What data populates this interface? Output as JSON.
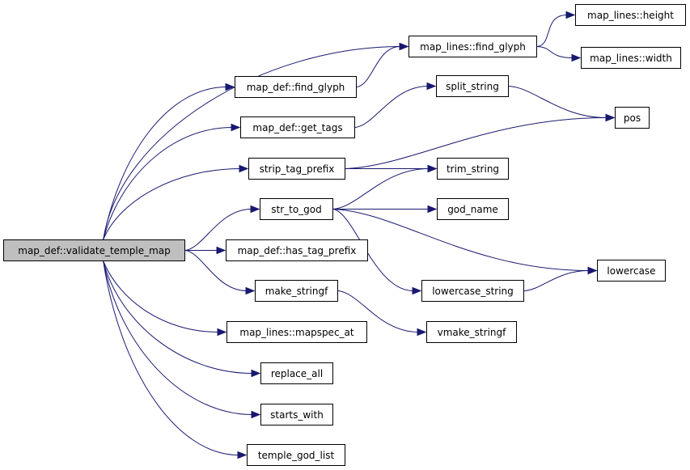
{
  "graph": {
    "root": {
      "id": "validate",
      "label": "map_def::validate_temple_map"
    },
    "nodes": [
      {
        "id": "validate",
        "label": "map_def::validate_temple_map",
        "highlight": true
      },
      {
        "id": "ml_find_glyph",
        "label": "map_lines::find_glyph"
      },
      {
        "id": "ml_height",
        "label": "map_lines::height"
      },
      {
        "id": "ml_width",
        "label": "map_lines::width"
      },
      {
        "id": "md_find_glyph",
        "label": "map_def::find_glyph"
      },
      {
        "id": "split_string",
        "label": "split_string"
      },
      {
        "id": "md_get_tags",
        "label": "map_def::get_tags"
      },
      {
        "id": "pos",
        "label": "pos"
      },
      {
        "id": "strip_tag_prefix",
        "label": "strip_tag_prefix"
      },
      {
        "id": "trim_string",
        "label": "trim_string"
      },
      {
        "id": "str_to_god",
        "label": "str_to_god"
      },
      {
        "id": "god_name",
        "label": "god_name"
      },
      {
        "id": "md_has_tag_prefix",
        "label": "map_def::has_tag_prefix"
      },
      {
        "id": "lowercase",
        "label": "lowercase"
      },
      {
        "id": "lowercase_string",
        "label": "lowercase_string"
      },
      {
        "id": "make_stringf",
        "label": "make_stringf"
      },
      {
        "id": "vmake_stringf",
        "label": "vmake_stringf"
      },
      {
        "id": "ml_mapspec_at",
        "label": "map_lines::mapspec_at"
      },
      {
        "id": "replace_all",
        "label": "replace_all"
      },
      {
        "id": "starts_with",
        "label": "starts_with"
      },
      {
        "id": "temple_god_list",
        "label": "temple_god_list"
      }
    ],
    "edges": [
      {
        "from": "validate",
        "to": "ml_find_glyph"
      },
      {
        "from": "validate",
        "to": "md_find_glyph"
      },
      {
        "from": "validate",
        "to": "md_get_tags"
      },
      {
        "from": "validate",
        "to": "strip_tag_prefix"
      },
      {
        "from": "validate",
        "to": "str_to_god"
      },
      {
        "from": "validate",
        "to": "md_has_tag_prefix"
      },
      {
        "from": "validate",
        "to": "make_stringf"
      },
      {
        "from": "validate",
        "to": "ml_mapspec_at"
      },
      {
        "from": "validate",
        "to": "replace_all"
      },
      {
        "from": "validate",
        "to": "starts_with"
      },
      {
        "from": "validate",
        "to": "temple_god_list"
      },
      {
        "from": "ml_find_glyph",
        "to": "ml_height"
      },
      {
        "from": "ml_find_glyph",
        "to": "ml_width"
      },
      {
        "from": "md_find_glyph",
        "to": "ml_find_glyph"
      },
      {
        "from": "md_get_tags",
        "to": "split_string"
      },
      {
        "from": "split_string",
        "to": "pos"
      },
      {
        "from": "strip_tag_prefix",
        "to": "pos"
      },
      {
        "from": "strip_tag_prefix",
        "to": "trim_string"
      },
      {
        "from": "str_to_god",
        "to": "trim_string"
      },
      {
        "from": "str_to_god",
        "to": "god_name"
      },
      {
        "from": "str_to_god",
        "to": "lowercase"
      },
      {
        "from": "str_to_god",
        "to": "lowercase_string"
      },
      {
        "from": "lowercase_string",
        "to": "lowercase"
      },
      {
        "from": "make_stringf",
        "to": "vmake_stringf"
      }
    ],
    "colors": {
      "edge": "#191970",
      "root_fill": "#bfbfbf",
      "node_fill": "#ffffff",
      "border": "#000000"
    }
  }
}
